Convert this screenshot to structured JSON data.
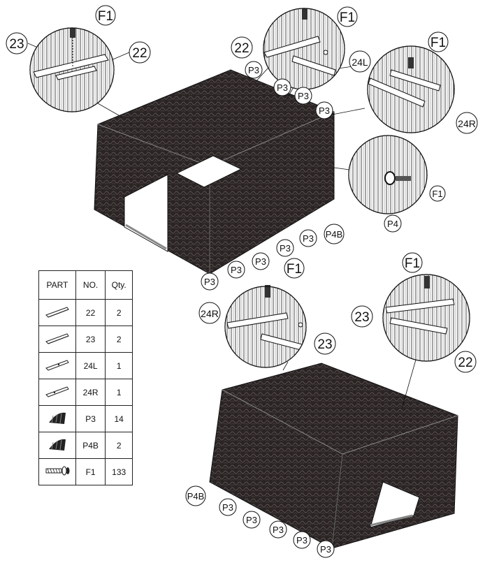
{
  "table": {
    "headers": {
      "part": "PART",
      "no": "NO.",
      "qty": "Qty."
    },
    "rows": [
      {
        "icon": "rail-icon",
        "no": "22",
        "qty": "2"
      },
      {
        "icon": "rail-icon",
        "no": "23",
        "qty": "2"
      },
      {
        "icon": "rail-corner-icon",
        "no": "24L",
        "qty": "1"
      },
      {
        "icon": "rail-corner-icon",
        "no": "24R",
        "qty": "1"
      },
      {
        "icon": "panel-clip-icon",
        "no": "P3",
        "qty": "14"
      },
      {
        "icon": "panel-clip-icon",
        "no": "P4B",
        "qty": "2"
      },
      {
        "icon": "screw-icon",
        "no": "F1",
        "qty": "133"
      }
    ]
  },
  "labels": {
    "f1": "F1",
    "p22": "22",
    "p23": "23",
    "p24l": "24L",
    "p24r": "24R",
    "p3": "P3",
    "p4": "P4",
    "p4b": "P4B"
  }
}
